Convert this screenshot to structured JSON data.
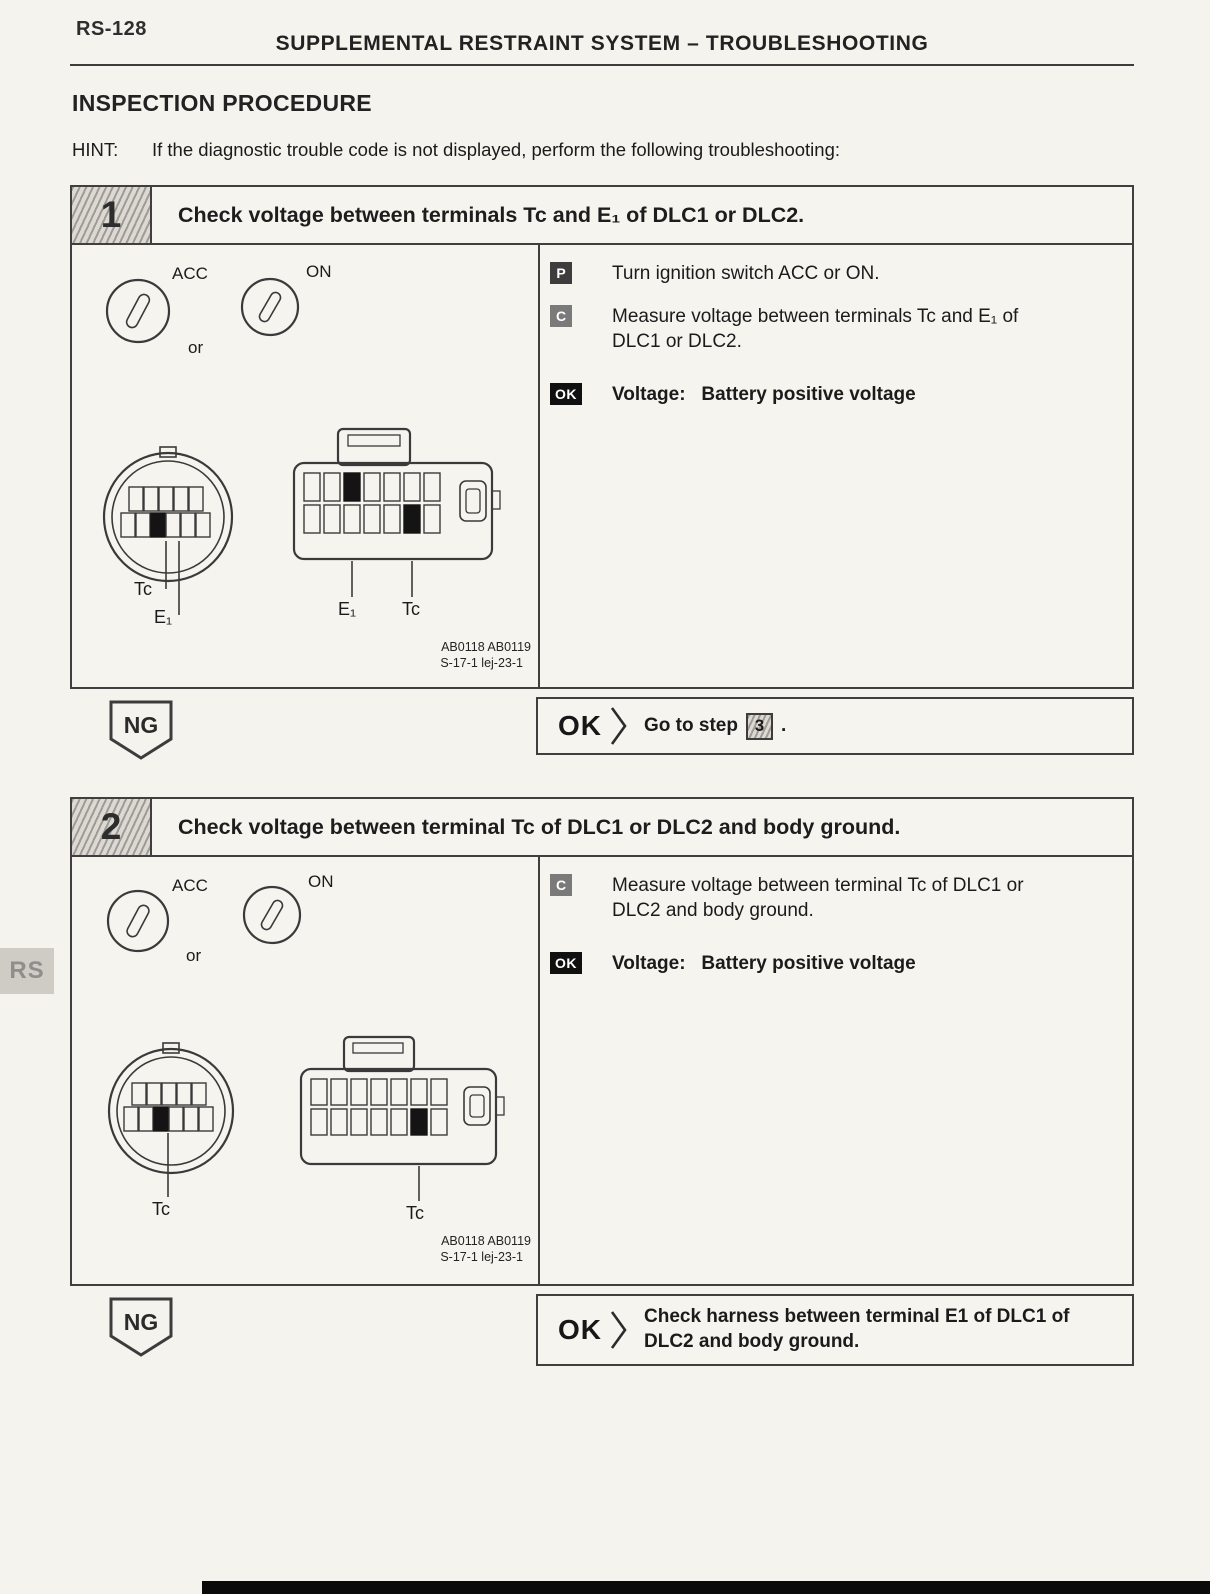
{
  "page": {
    "number": "RS-128",
    "header_title": "SUPPLEMENTAL RESTRAINT SYSTEM – TROUBLESHOOTING",
    "section_title": "INSPECTION PROCEDURE",
    "hint_label": "HINT:",
    "hint_text": "If the diagnostic trouble code is not displayed, perform the following troubleshooting:",
    "side_tab": "RS"
  },
  "steps": [
    {
      "number": "1",
      "title": "Check voltage between terminals Tc and E₁ of DLC1 or DLC2.",
      "figure": {
        "ignition": {
          "acc": "ACC",
          "on": "ON",
          "or": "or"
        },
        "round_labels": [
          "Tc",
          "E₁"
        ],
        "rect_labels": [
          "E₁",
          "Tc"
        ],
        "caption": [
          "AB0118 AB0119",
          "S-17-1 lej-23-1"
        ]
      },
      "instructions": [
        {
          "badge": "P",
          "text": "Turn ignition switch ACC or ON."
        },
        {
          "badge": "C",
          "text": "Measure voltage between terminals Tc and E₁ of DLC1 or DLC2."
        },
        {
          "badge": "OK",
          "text": "Voltage:   Battery positive voltage"
        }
      ],
      "result": {
        "ng": "NG",
        "ok": "OK",
        "action_pre": "Go to step",
        "action_step": "3",
        "action_post": "."
      }
    },
    {
      "number": "2",
      "title": "Check voltage between terminal Tc of DLC1 or DLC2 and body ground.",
      "figure": {
        "ignition": {
          "acc": "ACC",
          "on": "ON",
          "or": "or"
        },
        "round_labels": [
          "Tc"
        ],
        "rect_labels": [
          "Tc"
        ],
        "caption": [
          "AB0118 AB0119",
          "S-17-1 lej-23-1"
        ]
      },
      "instructions": [
        {
          "badge": "C",
          "text": "Measure voltage between terminal Tc of DLC1 or DLC2 and body ground."
        },
        {
          "badge": "OK",
          "text": "Voltage:   Battery positive voltage"
        }
      ],
      "result": {
        "ng": "NG",
        "ok": "OK",
        "action": "Check harness between terminal E1 of DLC1 of DLC2 and body ground."
      }
    }
  ]
}
